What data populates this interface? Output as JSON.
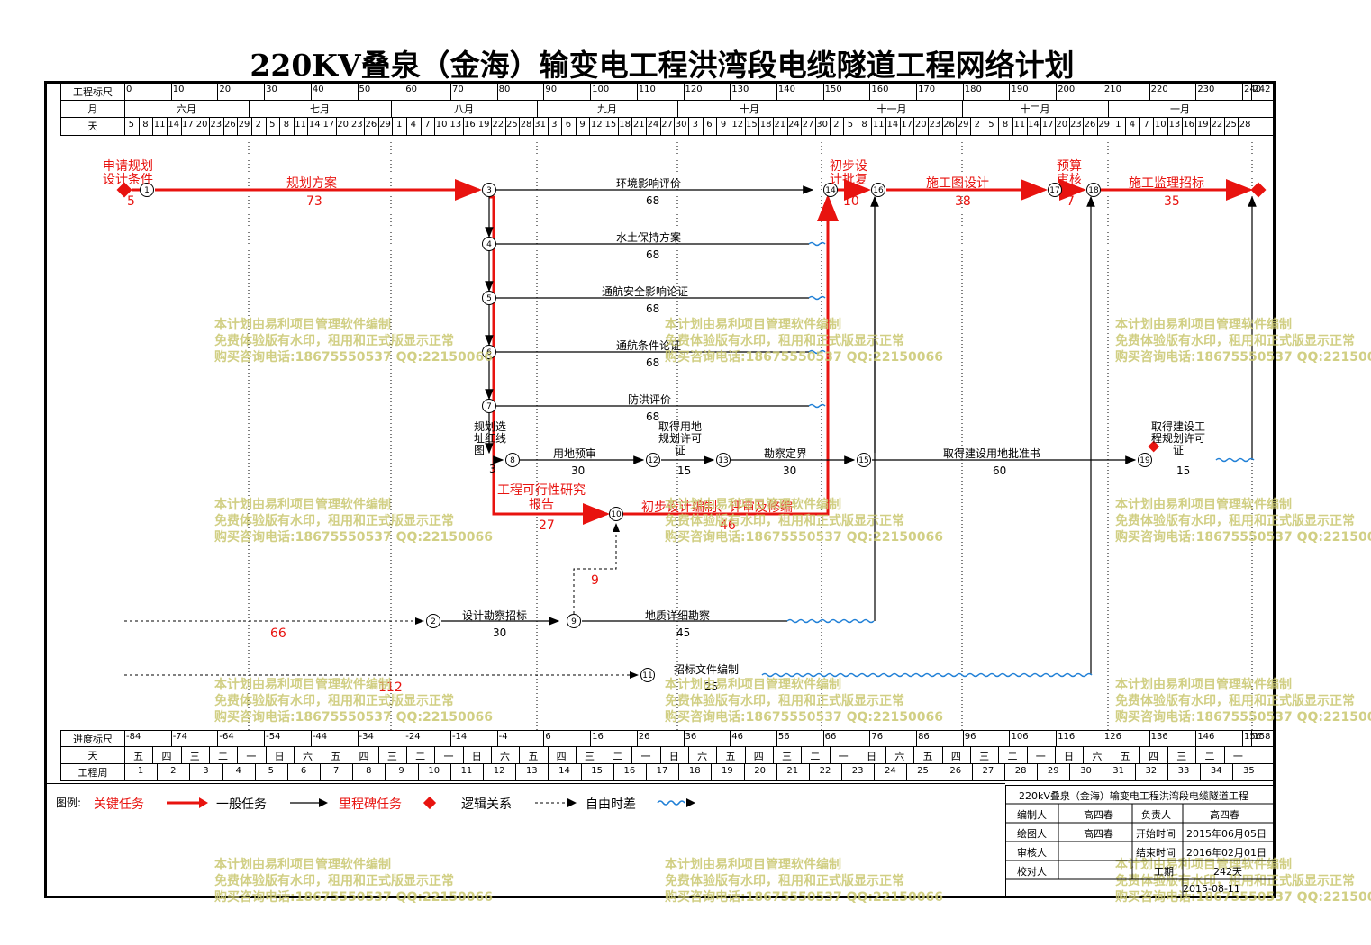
{
  "title": "220KV叠泉（金海）输变电工程洪湾段电缆隧道工程网络计划",
  "header": {
    "row_labels": [
      "工程标尺",
      "月",
      "天"
    ],
    "scale_ticks": [
      "0",
      "10",
      "20",
      "30",
      "40",
      "50",
      "60",
      "70",
      "80",
      "90",
      "100",
      "110",
      "120",
      "130",
      "140",
      "150",
      "160",
      "170",
      "180",
      "190",
      "200",
      "210",
      "220",
      "230",
      "240",
      "242"
    ],
    "months": [
      "六月",
      "七月",
      "八月",
      "九月",
      "十月",
      "十一月",
      "十二月",
      "一月"
    ],
    "days": [
      "5",
      "8",
      "11",
      "14",
      "17",
      "20",
      "23",
      "26",
      "29",
      "2",
      "5",
      "8",
      "11",
      "14",
      "17",
      "20",
      "23",
      "26",
      "29",
      "1",
      "4",
      "7",
      "10",
      "13",
      "16",
      "19",
      "22",
      "25",
      "28",
      "31",
      "3",
      "6",
      "9",
      "12",
      "15",
      "18",
      "21",
      "24",
      "27",
      "30",
      "3",
      "6",
      "9",
      "12",
      "15",
      "18",
      "21",
      "24",
      "27",
      "30",
      "2",
      "5",
      "8",
      "11",
      "14",
      "17",
      "20",
      "23",
      "26",
      "29",
      "2",
      "5",
      "8",
      "11",
      "14",
      "17",
      "20",
      "23",
      "26",
      "29",
      "1",
      "4",
      "7",
      "10",
      "13",
      "16",
      "19",
      "22",
      "25",
      "28"
    ]
  },
  "footer": {
    "row_labels": [
      "进度标尺",
      "天",
      "工程周"
    ],
    "progress_ticks": [
      "-84",
      "-74",
      "-64",
      "-54",
      "-44",
      "-34",
      "-24",
      "-14",
      "-4",
      "6",
      "16",
      "26",
      "36",
      "46",
      "56",
      "66",
      "76",
      "86",
      "96",
      "106",
      "116",
      "126",
      "136",
      "146",
      "156",
      "158"
    ],
    "weekdays": [
      "五",
      "四",
      "三",
      "二",
      "一",
      "日",
      "六",
      "五",
      "四",
      "三",
      "二",
      "一",
      "日",
      "六",
      "五",
      "四",
      "三",
      "二",
      "一",
      "日",
      "六",
      "五",
      "四",
      "三",
      "二",
      "一",
      "日",
      "六",
      "五",
      "四",
      "三",
      "二",
      "一",
      "日",
      "六",
      "五",
      "四",
      "三",
      "二",
      "一"
    ],
    "weeks": [
      "1",
      "2",
      "3",
      "4",
      "5",
      "6",
      "7",
      "8",
      "9",
      "10",
      "11",
      "12",
      "13",
      "14",
      "15",
      "16",
      "17",
      "18",
      "19",
      "20",
      "21",
      "22",
      "23",
      "24",
      "25",
      "26",
      "27",
      "28",
      "29",
      "30",
      "31",
      "32",
      "33",
      "34",
      "35"
    ]
  },
  "nodes": [
    "1",
    "3",
    "4",
    "5",
    "6",
    "7",
    "8",
    "12",
    "13",
    "15",
    "14",
    "16",
    "17",
    "18",
    "19",
    "10",
    "2",
    "9",
    "11"
  ],
  "tasks": {
    "t1": {
      "label": "申请规划\n设计条件",
      "dur": "5"
    },
    "t2": {
      "label": "规划方案",
      "dur": "73"
    },
    "t3": {
      "label": "环境影响评价",
      "dur": "68"
    },
    "t4": {
      "label": "水土保持方案",
      "dur": "68"
    },
    "t5": {
      "label": "通航安全影响论证",
      "dur": "68"
    },
    "t6": {
      "label": "通航条件论证",
      "dur": "68"
    },
    "t7": {
      "label": "防洪评价",
      "dur": "68"
    },
    "t8": {
      "label": "规划选\n址红线\n图",
      "dur": "3"
    },
    "t9": {
      "label": "用地预审",
      "dur": "30"
    },
    "t10": {
      "label": "取得用地\n规划许可\n证",
      "dur": "15"
    },
    "t11": {
      "label": "勘察定界",
      "dur": "30"
    },
    "t12": {
      "label": "取得建设用地批准书",
      "dur": "60"
    },
    "t13": {
      "label": "取得建设工\n程规划许可\n证",
      "dur": "15"
    },
    "t14": {
      "label": "初步设\n计批复",
      "dur": "10"
    },
    "t15": {
      "label": "施工图设计",
      "dur": "38"
    },
    "t16": {
      "label": "预算\n审核",
      "dur": "7"
    },
    "t17": {
      "label": "施工监理招标",
      "dur": "35"
    },
    "t18": {
      "label": "工程可行性研究\n报告",
      "dur": "27"
    },
    "t19": {
      "label": "初步设计编制、评审及修编",
      "dur": "46"
    },
    "t20": {
      "label": "设计勘察招标",
      "dur": "30"
    },
    "t21": {
      "label": "地质详细勘察",
      "dur": "45"
    },
    "t22": {
      "label": "招标文件编制",
      "dur": "25"
    },
    "t23": {
      "dur": "66"
    },
    "t24": {
      "dur": "112"
    },
    "t25": {
      "dur": "9"
    }
  },
  "legend": {
    "label": "图例:",
    "critical": "关键任务",
    "general": "一般任务",
    "milestone": "里程碑任务",
    "logic": "逻辑关系",
    "float": "自由时差"
  },
  "info": {
    "project": "220kV叠泉（金海）输变电工程洪湾段电缆隧道工程",
    "editor_label": "编制人",
    "editor": "高四春",
    "owner_label": "负责人",
    "owner": "高四春",
    "drawer_label": "绘图人",
    "drawer": "高四春",
    "start_label": "开始时间",
    "start": "2015年06月05日",
    "reviewer_label": "审核人",
    "end_label": "结束时间",
    "end": "2016年02月01日",
    "checker_label": "校对人",
    "period_label": "工期",
    "period": "242天",
    "date": "2015-08-11"
  },
  "watermark": {
    "line1": "本计划由易利项目管理软件编制",
    "line2": "免费体验版有水印，租用和正式版显示正常",
    "line3": "购买咨询电话:18675550537 QQ:22150066"
  },
  "colors": {
    "critical": "#e8130f",
    "float": "#1f7fd6",
    "watermark": "#c9c76f",
    "line": "#000000"
  }
}
